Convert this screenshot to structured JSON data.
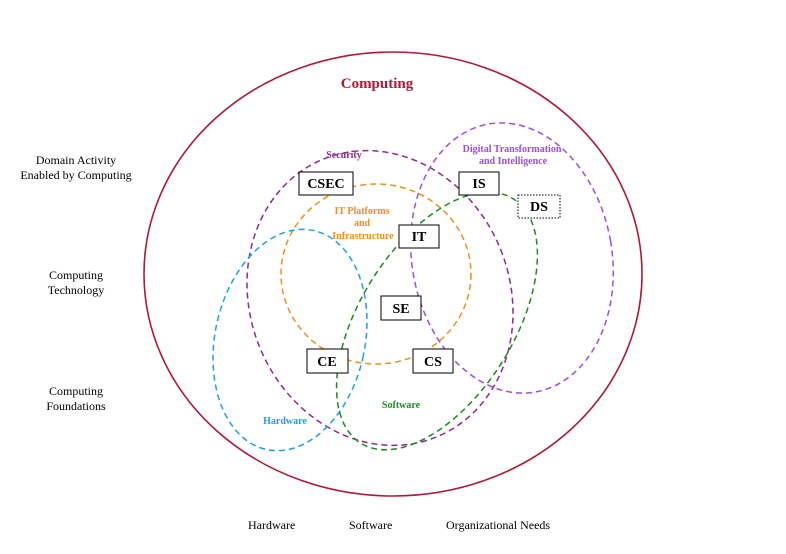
{
  "title": "Computing",
  "side_labels": {
    "domain": "Domain Activity\nEnabled by Computing",
    "technology": "Computing\nTechnology",
    "foundations": "Computing\nFoundations"
  },
  "bottom_labels": {
    "hardware": "Hardware",
    "software": "Software",
    "org_needs": "Organizational Needs"
  },
  "regions": {
    "security": "Security",
    "digital_line1": "Digital Transformation",
    "digital_line2": "and Intelligence",
    "it_line1": "IT Platforms",
    "it_line2": "and",
    "it_line3": "Infrastructure",
    "hardware": "Hardware",
    "software": "Software"
  },
  "disciplines": {
    "csec": "CSEC",
    "is": "IS",
    "ds": "DS",
    "it": "IT",
    "se": "SE",
    "ce": "CE",
    "cs": "CS"
  },
  "colors": {
    "computing": "#b0183a",
    "security": "#8e2b8e",
    "digital": "#9b4ee8",
    "it_platforms": "#f0901a",
    "hardware": "#1ea0e6",
    "software": "#1f8a1f"
  }
}
